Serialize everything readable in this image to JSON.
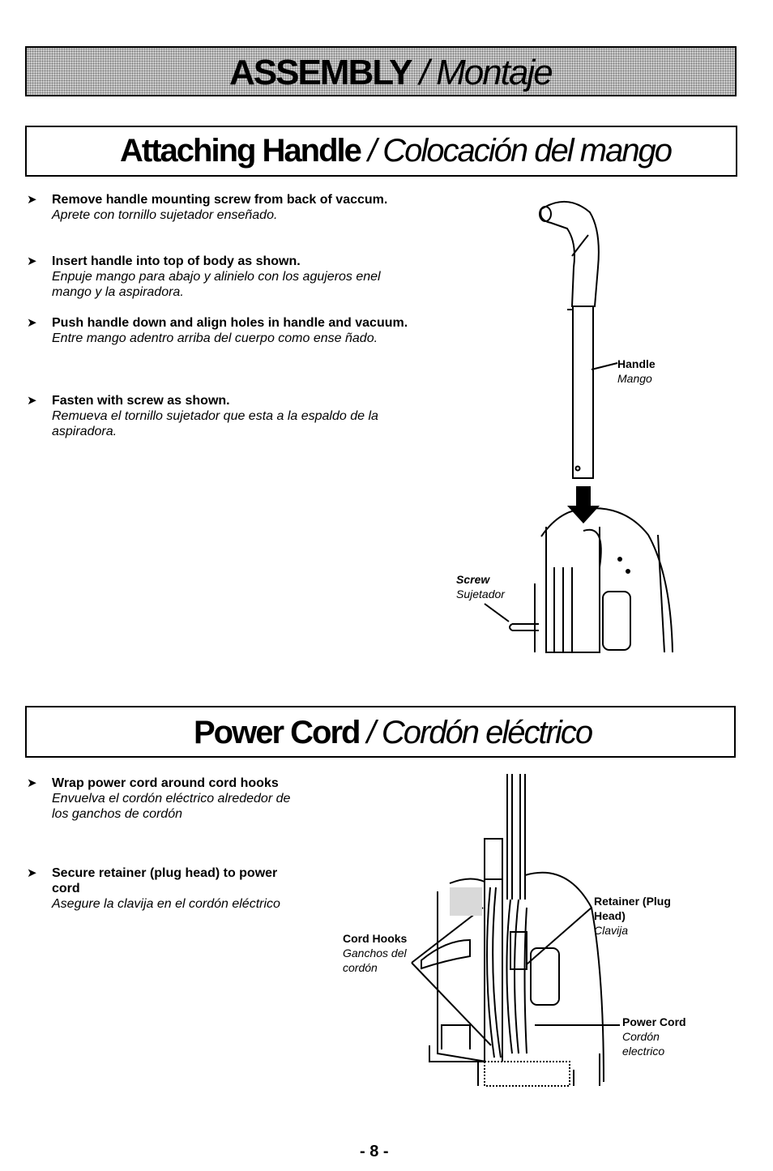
{
  "header": {
    "title_en": "ASSEMBLY",
    "separator": " / ",
    "title_es": "Montaje"
  },
  "sections": [
    {
      "title_en": "Attaching Handle",
      "separator": " / ",
      "title_es": "Colocación del mango",
      "steps": [
        {
          "en": "Remove handle mounting screw from back of vaccum.",
          "es": "Aprete con tornillo sujetador enseñado."
        },
        {
          "en": "Insert handle into top of body as shown.",
          "es": "Enpuje mango para abajo y alinielo con los agujeros enel mango y la aspiradora."
        },
        {
          "en": "Push handle down and align holes in handle and vacuum.",
          "es": "Entre mango adentro arriba del cuerpo como ense ñado."
        },
        {
          "en": "Fasten with screw as shown.",
          "es": "Remueva el tornillo sujetador que esta a la espaldo de la aspiradora."
        }
      ],
      "labels": {
        "handle_en": "Handle",
        "handle_es": "Mango",
        "screw_en": "Screw",
        "screw_es": "Sujetador"
      }
    },
    {
      "title_en": "Power Cord",
      "separator": " / ",
      "title_es": "Cordón eléctrico",
      "steps": [
        {
          "en": "Wrap power cord around cord hooks",
          "es": "Envuelva el cordón eléctrico alrededor de los ganchos de cordón"
        },
        {
          "en": "Secure retainer (plug head) to power cord",
          "es": "Asegure la clavija en el cordón eléctrico"
        }
      ],
      "labels": {
        "retainer_en": "Retainer (Plug Head)",
        "retainer_es": "Clavija",
        "hooks_en": "Cord Hooks",
        "hooks_es": "Ganchos del cordón",
        "cord_en": "Power Cord",
        "cord_es": "Cordón electrico"
      }
    }
  ],
  "bullet_glyph": "➤",
  "footer": {
    "page_number": "- 8 -"
  }
}
